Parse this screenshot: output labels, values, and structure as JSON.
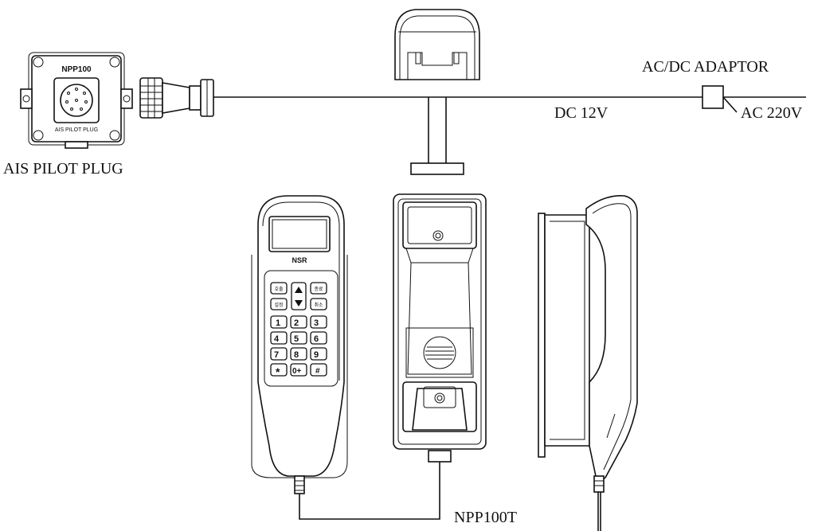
{
  "labels": {
    "adaptor": "AC/DC ADAPTOR",
    "dc": "DC 12V",
    "ac": "AC 220V",
    "pilot_plug": "AIS PILOT PLUG",
    "npp100t": "NPP100T"
  },
  "box": {
    "title": "NPP100",
    "subtitle": "AIS PILOT PLUG"
  },
  "handset": {
    "brand": "NSR",
    "keys": {
      "k_tl": "호출",
      "k_tr": "종료",
      "k_ml": "설정",
      "k_mr": "취소",
      "k1": "1",
      "k2": "2",
      "k3": "3",
      "k4": "4",
      "k5": "5",
      "k6": "6",
      "k7": "7",
      "k8": "8",
      "k9": "9",
      "kstar": "*",
      "k0": "0+",
      "khash": "#"
    }
  }
}
